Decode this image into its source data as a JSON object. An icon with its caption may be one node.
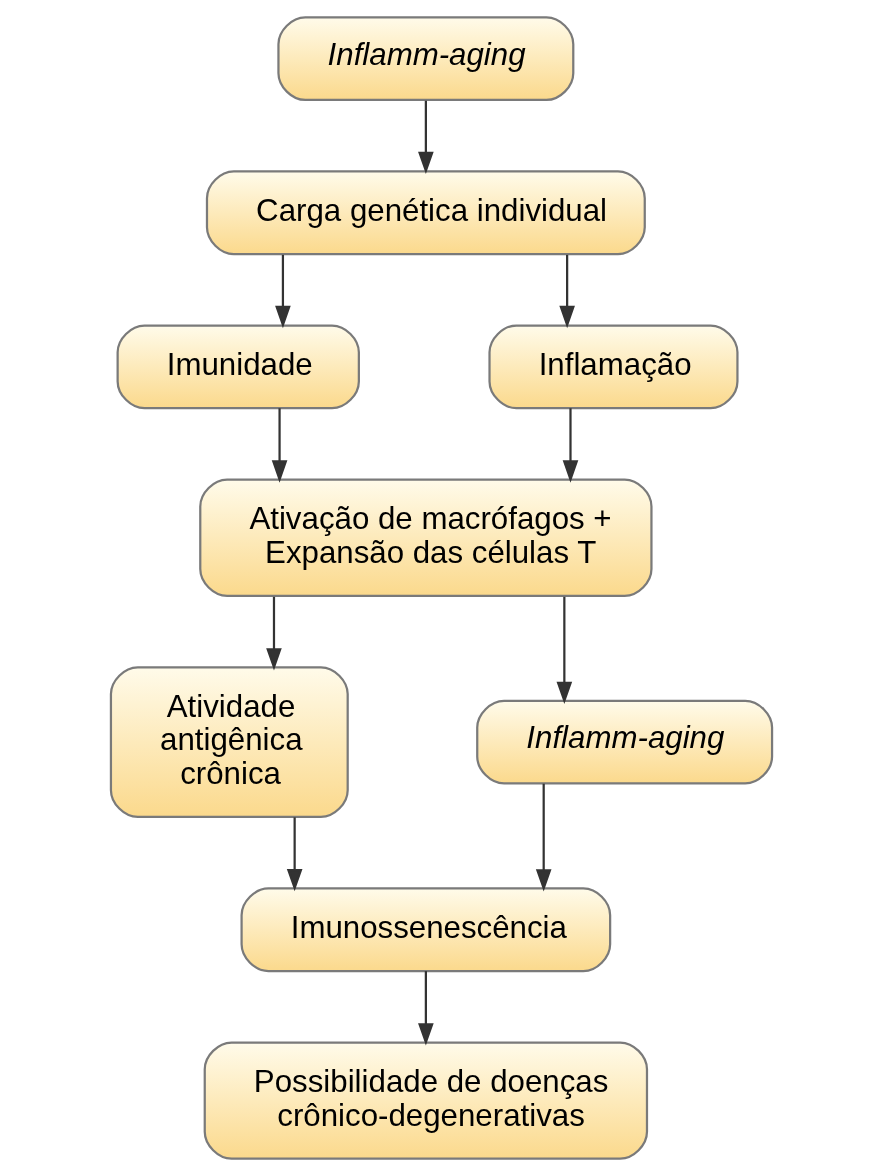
{
  "diagram": {
    "nodes": [
      {
        "text": [
          "Inflamm-aging"
        ]
      },
      {
        "text": [
          "Carga genética individual"
        ]
      },
      {
        "text": [
          "Imunidade"
        ]
      },
      {
        "text": [
          "Inflamação"
        ]
      },
      {
        "text": [
          "Ativação de macrófagos + Expansão das células T"
        ]
      },
      {
        "text": [
          "Atividade antigênica crônica"
        ]
      },
      {
        "text": [
          "Inflamm-aging"
        ]
      },
      {
        "text": [
          "Imunossenescência"
        ]
      },
      {
        "text": [
          "Possibilidade de doenças crônico-degenerativas"
        ]
      }
    ],
    "edges": [
      {
        "from": 0,
        "to": 1,
        "arrow": "to"
      },
      {
        "from": 1,
        "to": 2,
        "arrow": "to"
      },
      {
        "from": 1,
        "to": 3,
        "arrow": "to"
      },
      {
        "from": 2,
        "to": 4,
        "arrow": "to"
      },
      {
        "from": 3,
        "to": 4,
        "arrow": "to"
      },
      {
        "from": 4,
        "to": 5,
        "arrow": "to"
      },
      {
        "from": 4,
        "to": 6,
        "arrow": "to"
      },
      {
        "from": 5,
        "to": 7,
        "arrow": "to"
      },
      {
        "from": 6,
        "to": 7,
        "arrow": "to"
      },
      {
        "from": 7,
        "to": 8,
        "arrow": "to"
      }
    ]
  }
}
